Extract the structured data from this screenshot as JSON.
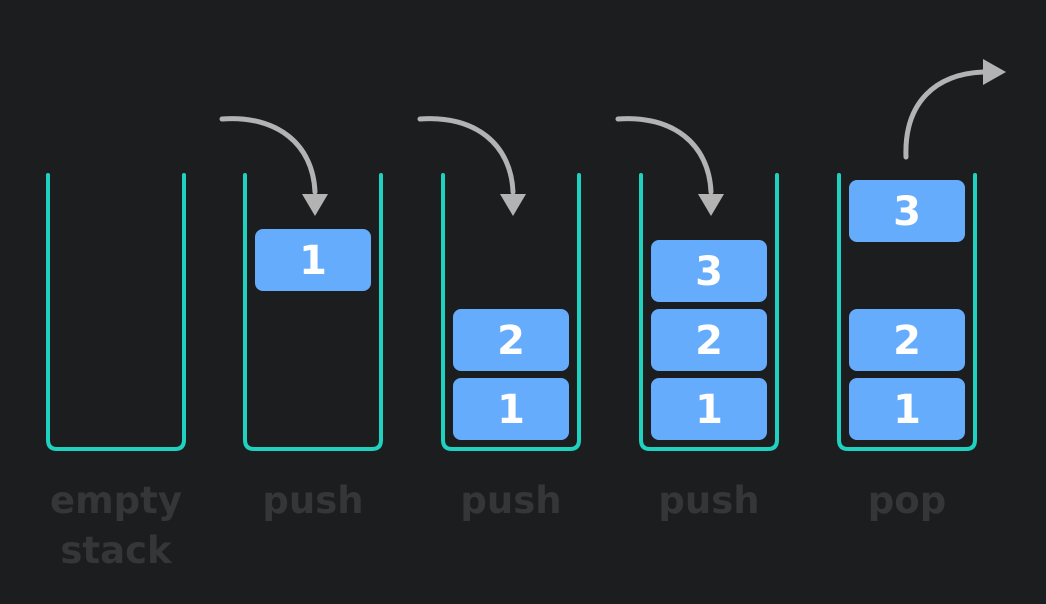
{
  "colors": {
    "background": "#1c1d1f",
    "container_stroke": "#1fd1bf",
    "block_fill": "#66acfc",
    "block_text": "#ffffff",
    "arrow": "#b3b3b3",
    "caption": "#353638"
  },
  "stages": [
    {
      "caption_lines": [
        "empty",
        "stack"
      ],
      "arrow": "none",
      "blocks": []
    },
    {
      "caption_lines": [
        "push"
      ],
      "arrow": "push",
      "blocks": [
        {
          "label": "1",
          "slot": "incoming"
        }
      ]
    },
    {
      "caption_lines": [
        "push"
      ],
      "arrow": "push",
      "blocks": [
        {
          "label": "1",
          "slot": "1"
        },
        {
          "label": "2",
          "slot": "2"
        }
      ]
    },
    {
      "caption_lines": [
        "push"
      ],
      "arrow": "push",
      "blocks": [
        {
          "label": "1",
          "slot": "1"
        },
        {
          "label": "2",
          "slot": "2"
        },
        {
          "label": "3",
          "slot": "3"
        }
      ]
    },
    {
      "caption_lines": [
        "pop"
      ],
      "arrow": "pop",
      "blocks": [
        {
          "label": "1",
          "slot": "1"
        },
        {
          "label": "2",
          "slot": "2"
        },
        {
          "label": "3",
          "slot": "outgoing"
        }
      ]
    }
  ]
}
